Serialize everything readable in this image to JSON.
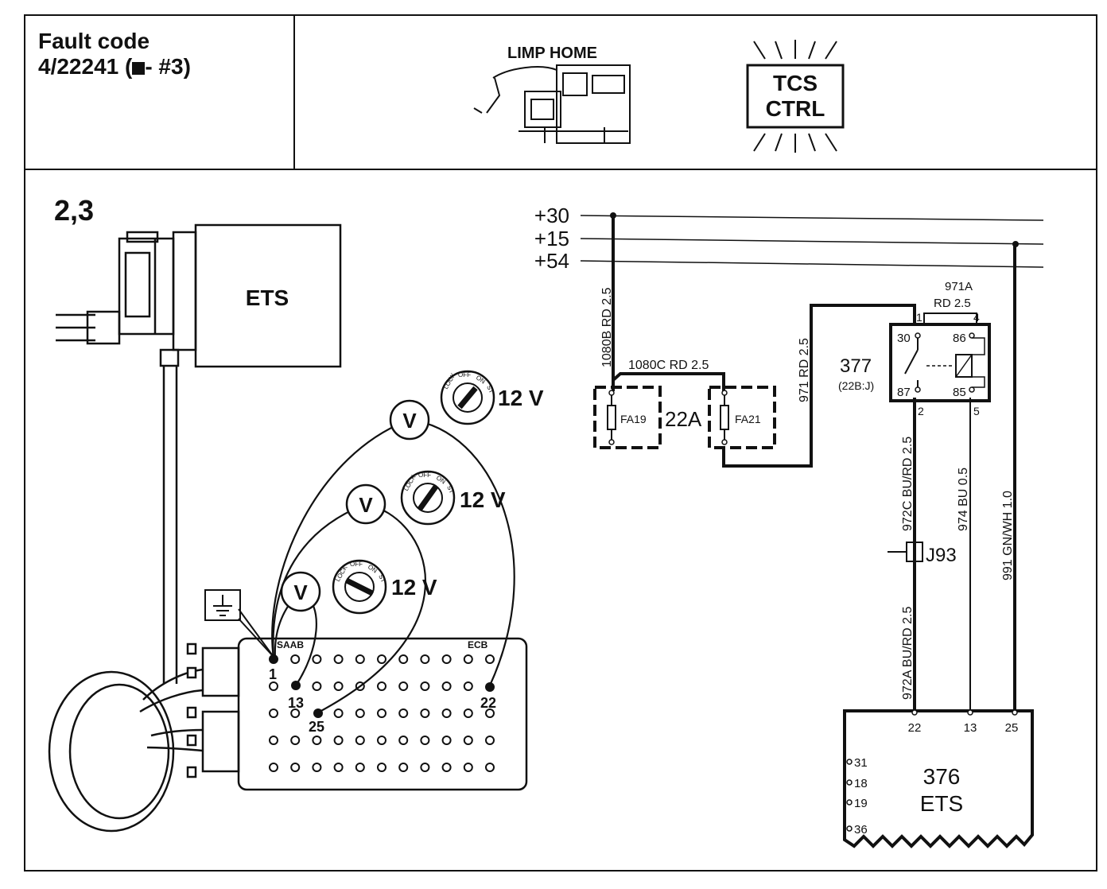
{
  "header": {
    "fault_code_label": "Fault code",
    "fault_code_value": "4/22241 (",
    "fault_code_suffix": "- #3)",
    "limp_home_label": "LIMP HOME",
    "tcs_line1": "TCS",
    "tcs_line2": "CTRL"
  },
  "section": {
    "number": "2,3"
  },
  "module_label": "ETS",
  "ignition_switch": {
    "lock": "LOCK",
    "off": "OFF",
    "on": "ON",
    "st": "ST"
  },
  "voltmeters": [
    {
      "symbol": "V",
      "reading": "12 V"
    },
    {
      "symbol": "V",
      "reading": "12 V"
    },
    {
      "symbol": "V",
      "reading": "12 V"
    }
  ],
  "breakout_box": {
    "brand_left": "SAAB",
    "brand_right": "ECB",
    "pins": [
      "1",
      "13",
      "25",
      "22"
    ]
  },
  "power_rails": [
    "+30",
    "+15",
    "+54"
  ],
  "wires": {
    "w1080b": "1080B  RD  2.5",
    "w1080c": "1080C  RD  2.5",
    "w971": "971  RD  2.5",
    "w971a": "971A",
    "w971a_spec": "RD  2.5",
    "w972c": "972C  BU/RD  2.5",
    "w974": "974  BU  0.5",
    "w991": "991  GN/WH  1.0",
    "w972a": "972A  BU/RD  2.5"
  },
  "fuses": {
    "fa19": "FA19",
    "fa21": "FA21",
    "box": "22A"
  },
  "relay": {
    "id": "377",
    "location": "(22B:J)",
    "pins": {
      "p30": "30",
      "p86": "86",
      "p87": "87",
      "p85": "85",
      "t1": "1",
      "t4": "4",
      "t2": "2",
      "t5": "5"
    }
  },
  "junction": "J93",
  "ecu": {
    "id": "376",
    "name": "ETS",
    "top_pins": [
      "22",
      "13",
      "25"
    ],
    "side_pins": [
      "31",
      "18",
      "19",
      "36"
    ]
  }
}
